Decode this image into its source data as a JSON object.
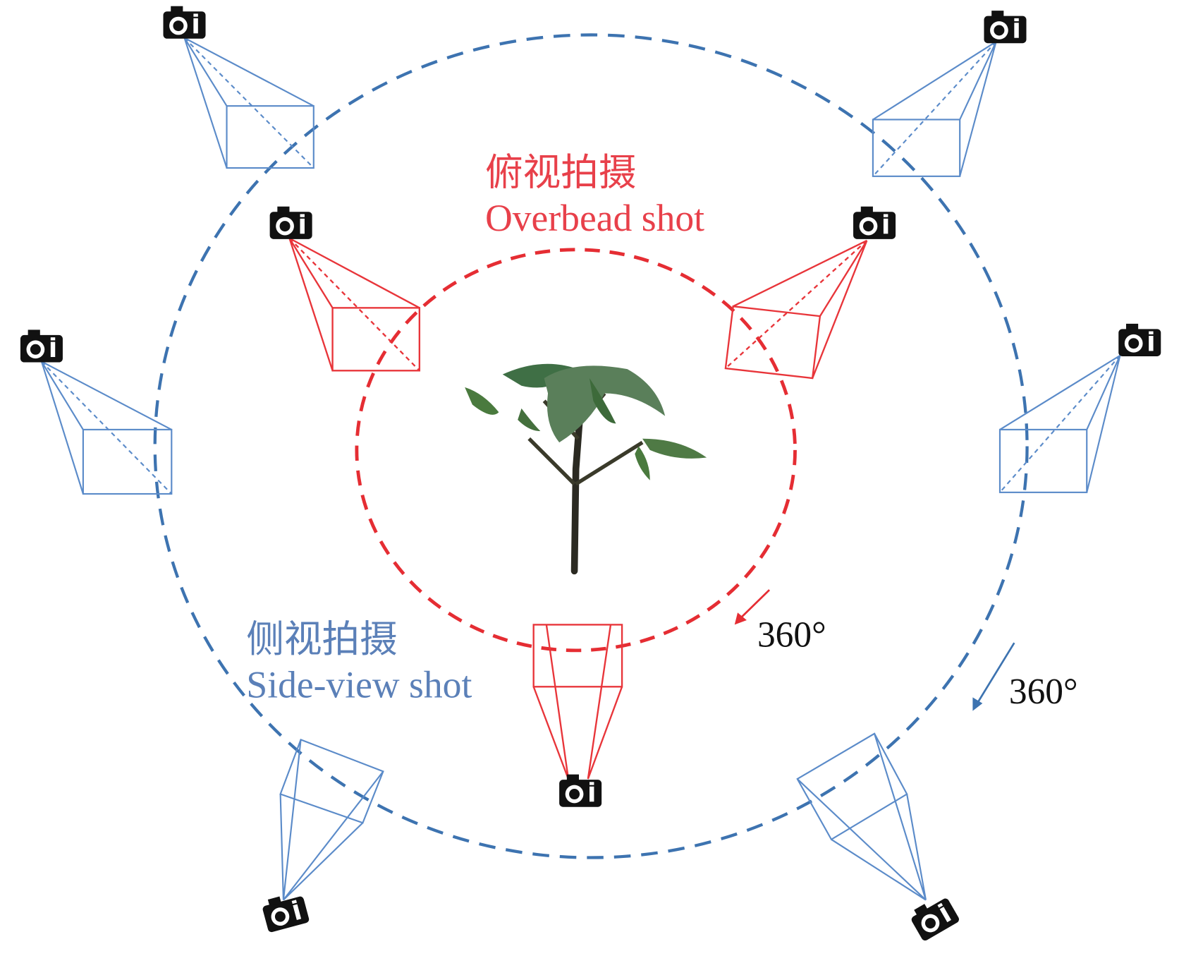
{
  "overhead": {
    "label_cn": "俯视拍摄",
    "label_en": "Overbead shot",
    "color": "#e8404a",
    "angle_label": "360°"
  },
  "side": {
    "label_cn": "侧视拍摄",
    "label_en": "Side-view shot",
    "color": "#5b80b8",
    "angle_label": "360°"
  },
  "icons": {
    "camera": "camera-icon",
    "plant": "plant-image"
  }
}
